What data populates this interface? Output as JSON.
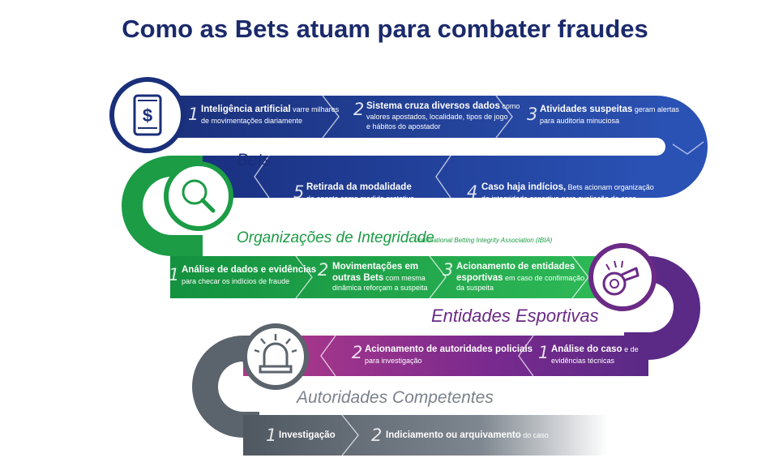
{
  "title": "Como as Bets atuam para combater fraudes",
  "sections": {
    "bets": "Bets",
    "organizacoes": "Organizações de Integridade",
    "organizacoes_sub": "International Betting Integrity Association (IBIA)",
    "entidades": "Entidades Esportivas",
    "autoridades": "Autoridades Competentes"
  },
  "steps": {
    "bets_1": {
      "num": "1",
      "bold": "Inteligência artificial",
      "rest1": " varre milhares",
      "rest2": "de movimentações diariamente"
    },
    "bets_2": {
      "num": "2",
      "bold": "Sistema cruza diversos dados",
      "rest1": " como",
      "rest2": "valores apostados, localidade, tipos de jogo",
      "rest3": "e hábitos do apostador"
    },
    "bets_3": {
      "num": "3",
      "bold": "Atividades suspeitas",
      "rest1": " geram alertas",
      "rest2": "para auditoria minuciosa"
    },
    "bets_4": {
      "num": "4",
      "bold": "Caso haja indícios,",
      "rest1": " Bets acionam organização",
      "rest2": "de integridade esportiva para avaliação do caso"
    },
    "bets_5": {
      "num": "5",
      "bold": "Retirada da modalidade",
      "rest2": "de aposta como medida protetiva"
    },
    "org_1": {
      "num": "1",
      "bold": "Análise de dados e evidências",
      "rest2": "para checar os indícios de fraude"
    },
    "org_2": {
      "num": "2",
      "bold": "Movimentações em",
      "bold2": "outras Bets",
      "rest1": " com mesma",
      "rest2": "dinâmica reforçam a suspeita"
    },
    "org_3": {
      "num": "3",
      "bold": "Acionamento de entidades",
      "bold2": "esportivas",
      "rest1": " em caso de confirmação",
      "rest2": "da suspeita"
    },
    "ent_1": {
      "num": "1",
      "bold": "Análise do caso",
      "rest1": " e de",
      "rest2": "evidências técnicas"
    },
    "ent_2": {
      "num": "2",
      "bold": "Acionamento de autoridades policiais",
      "rest2": "para investigação"
    },
    "aut_1": {
      "num": "1",
      "bold": "Investigação"
    },
    "aut_2": {
      "num": "2",
      "bold": "Indiciamento ou arquivamento",
      "rest1": " do caso"
    }
  },
  "icons": [
    "phone-dollar-icon",
    "magnifier-icon",
    "whistle-icon",
    "siren-icon"
  ],
  "colors": {
    "title": "#1b2a6b",
    "bets": "#1f3a8f",
    "bets_dark": "#1a2f7a",
    "integridade": "#1fa04a",
    "entidades": "#6a2a86",
    "autoridades": "#5e6670"
  }
}
